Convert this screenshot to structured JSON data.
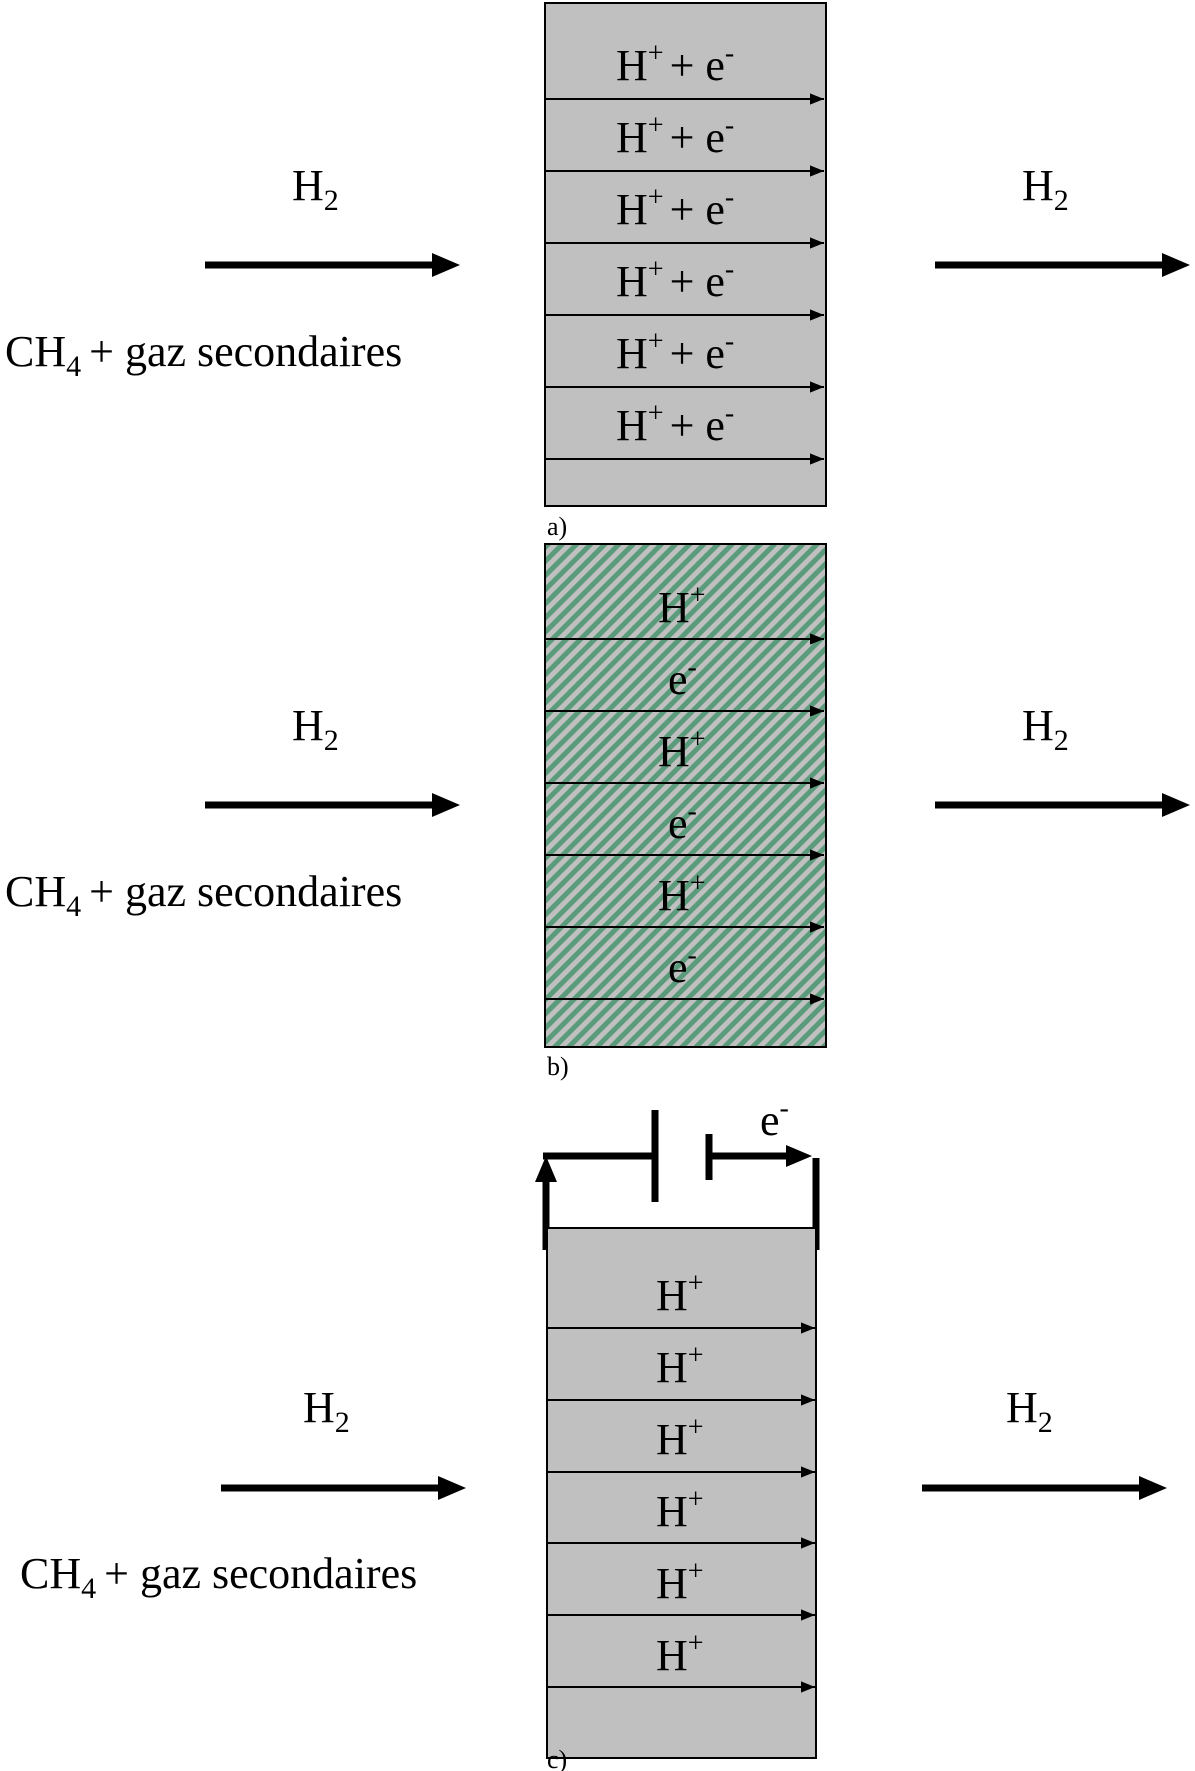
{
  "colors": {
    "membrane_grey": "#c0c0c0",
    "hatch_green": "#5a9b7b",
    "hatch_grey": "#c0c0c0",
    "stroke": "#000000"
  },
  "labels": {
    "inlet_h2_base": "H",
    "inlet_h2_sub": "2",
    "inlet_gas_ch": "CH",
    "inlet_gas_sub": "4",
    "inlet_gas_rest": "+ gaz secondaires",
    "outlet_h2_base": "H",
    "outlet_h2_sub": "2"
  },
  "panels": [
    {
      "caption": "a)",
      "rows": [
        {
          "species": "H",
          "charge": "+",
          "plus": "+ e",
          "echarge": "-"
        },
        {
          "species": "H",
          "charge": "+",
          "plus": "+ e",
          "echarge": "-"
        },
        {
          "species": "H",
          "charge": "+",
          "plus": "+ e",
          "echarge": "-"
        },
        {
          "species": "H",
          "charge": "+",
          "plus": "+ e",
          "echarge": "-"
        },
        {
          "species": "H",
          "charge": "+",
          "plus": "+ e",
          "echarge": "-"
        },
        {
          "species": "H",
          "charge": "+",
          "plus": "+ e",
          "echarge": "-"
        }
      ]
    },
    {
      "caption": "b)",
      "rows": [
        {
          "species": "H",
          "charge": "+"
        },
        {
          "species": "e",
          "charge": "-"
        },
        {
          "species": "H",
          "charge": "+"
        },
        {
          "species": "e",
          "charge": "-"
        },
        {
          "species": "H",
          "charge": "+"
        },
        {
          "species": "e",
          "charge": "-"
        }
      ]
    },
    {
      "caption": "c)",
      "circuit_label": "e",
      "circuit_charge": "-",
      "rows": [
        {
          "species": "H",
          "charge": "+"
        },
        {
          "species": "H",
          "charge": "+"
        },
        {
          "species": "H",
          "charge": "+"
        },
        {
          "species": "H",
          "charge": "+"
        },
        {
          "species": "H",
          "charge": "+"
        },
        {
          "species": "H",
          "charge": "+"
        }
      ]
    }
  ]
}
